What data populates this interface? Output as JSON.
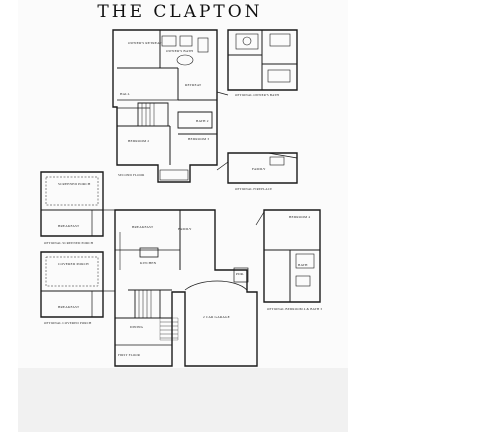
{
  "title": "THE CLAPTON",
  "second_floor": {
    "caption": "SECOND FLOOR",
    "rooms": {
      "owners_retreat": "OWNER'S RETREAT",
      "owners_bath": "OWNER'S BATH",
      "retreat": "RETREAT",
      "hall": "HALL",
      "bath": "BATH 2",
      "bedroom2": "BEDROOM 2",
      "bedroom3": "BEDROOM 3"
    }
  },
  "optional_owners_bath": {
    "caption": "OPTIONAL OWNER'S BATH"
  },
  "optional_fireplace": {
    "caption": "OPTIONAL FIREPLACE",
    "room": "FAMILY"
  },
  "optional_screened_porch": {
    "caption": "OPTIONAL SCREENED PORCH",
    "porch": "SCREENED PORCH",
    "room": "BREAKFAST"
  },
  "optional_covered_porch": {
    "caption": "OPTIONAL COVERED PORCH",
    "porch": "COVERED PORCH",
    "room": "BREAKFAST"
  },
  "first_floor": {
    "caption": "FIRST FLOOR",
    "rooms": {
      "breakfast": "BREAKFAST",
      "family": "FAMILY",
      "kitchen": "KITCHEN",
      "dining": "DINING",
      "powder": "PDR.",
      "garage": "2 CAR GARAGE"
    }
  },
  "optional_bedroom4": {
    "caption": "OPTIONAL BEDROOM 4 & BATH 3",
    "room": "BEDROOM 4",
    "bath": "BATH"
  }
}
